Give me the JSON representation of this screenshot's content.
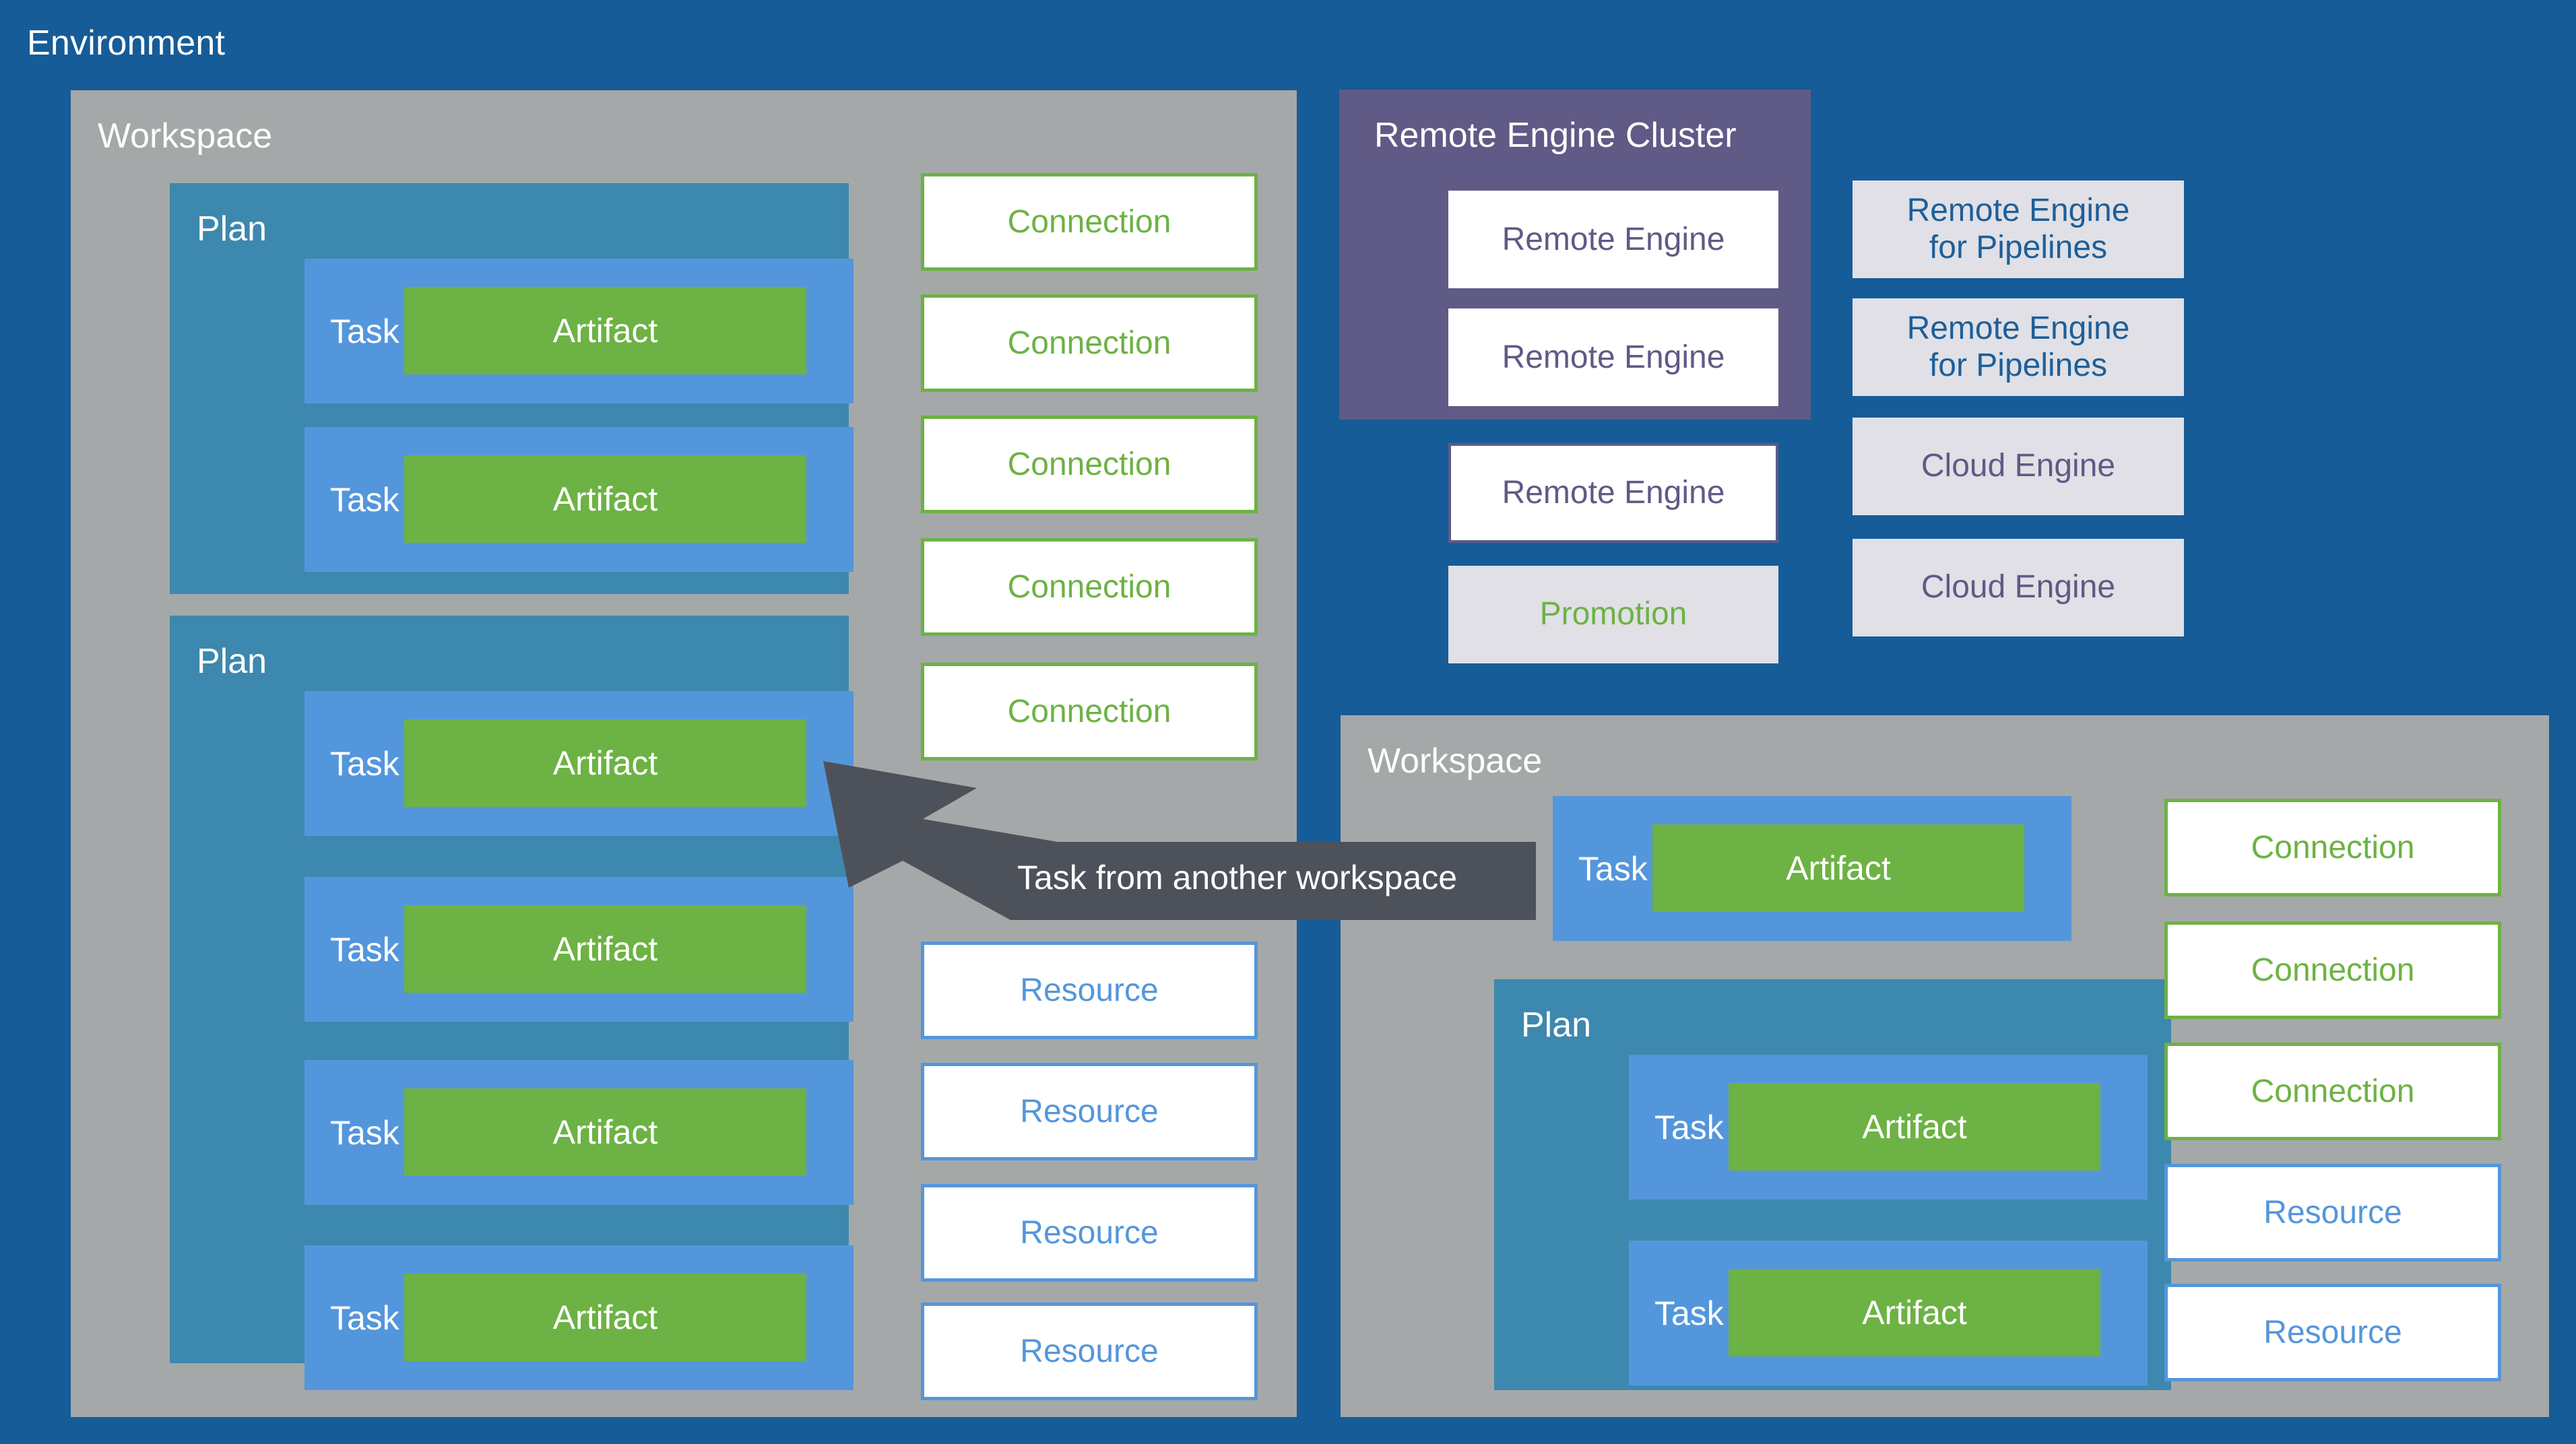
{
  "environment": {
    "title": "Environment",
    "background_color": "#165C98"
  },
  "colors": {
    "environment_bg": "#165C98",
    "workspace_bg": "#A5A8A8",
    "plan_bg": "#3D88AE",
    "task_bg": "#5496DB",
    "artifact_bg": "#6DB244",
    "cluster_bg": "#605A86",
    "chip_bg": "#E0E0E6",
    "card_bg": "#FFFFFF",
    "connection_accent": "#6DB244",
    "resource_accent": "#5496DB",
    "engine_accent": "#605A86",
    "pipelines_text": "#1D5F99",
    "arrow_fill": "#4D525A",
    "label_text": "#FFFFFF"
  },
  "labels": {
    "workspace": "Workspace",
    "plan": "Plan",
    "task": "Task",
    "artifact": "Artifact",
    "connection": "Connection",
    "resource": "Resource",
    "remote_engine": "Remote Engine",
    "remote_engine_cluster": "Remote Engine Cluster",
    "remote_engine_for_pipelines_line1": "Remote Engine",
    "remote_engine_for_pipelines_line2": "for Pipelines",
    "cloud_engine": "Cloud Engine",
    "promotion": "Promotion"
  },
  "workspace_left": {
    "title": "Workspace",
    "plans": [
      {
        "title": "Plan",
        "tasks": [
          {
            "task_label": "Task",
            "artifact_label": "Artifact"
          },
          {
            "task_label": "Task",
            "artifact_label": "Artifact"
          }
        ]
      },
      {
        "title": "Plan",
        "tasks": [
          {
            "task_label": "Task",
            "artifact_label": "Artifact"
          },
          {
            "task_label": "Task",
            "artifact_label": "Artifact"
          },
          {
            "task_label": "Task",
            "artifact_label": "Artifact"
          },
          {
            "task_label": "Task",
            "artifact_label": "Artifact"
          }
        ]
      }
    ],
    "connections": [
      {
        "label": "Connection"
      },
      {
        "label": "Connection"
      },
      {
        "label": "Connection"
      },
      {
        "label": "Connection"
      },
      {
        "label": "Connection"
      }
    ],
    "resources": [
      {
        "label": "Resource"
      },
      {
        "label": "Resource"
      },
      {
        "label": "Resource"
      },
      {
        "label": "Resource"
      }
    ]
  },
  "workspace_right": {
    "title": "Workspace",
    "standalone_task": {
      "task_label": "Task",
      "artifact_label": "Artifact"
    },
    "plans": [
      {
        "title": "Plan",
        "tasks": [
          {
            "task_label": "Task",
            "artifact_label": "Artifact"
          },
          {
            "task_label": "Task",
            "artifact_label": "Artifact"
          }
        ]
      }
    ],
    "connections": [
      {
        "label": "Connection"
      },
      {
        "label": "Connection"
      },
      {
        "label": "Connection"
      }
    ],
    "resources": [
      {
        "label": "Resource"
      },
      {
        "label": "Resource"
      }
    ]
  },
  "remote_engine_cluster": {
    "title": "Remote Engine Cluster",
    "engines": [
      {
        "label": "Remote Engine"
      },
      {
        "label": "Remote Engine"
      }
    ]
  },
  "standalone_engines": [
    {
      "label": "Remote Engine",
      "style": "bordered"
    }
  ],
  "promotion": {
    "label": "Promotion"
  },
  "engine_chips": [
    {
      "line1": "Remote Engine",
      "line2": "for Pipelines",
      "kind": "pipelines"
    },
    {
      "line1": "Remote Engine",
      "line2": "for Pipelines",
      "kind": "pipelines"
    },
    {
      "line1": "Cloud Engine",
      "line2": "",
      "kind": "cloud"
    },
    {
      "line1": "Cloud Engine",
      "line2": "",
      "kind": "cloud"
    }
  ],
  "annotation": {
    "arrow_caption": "Task from another workspace"
  }
}
